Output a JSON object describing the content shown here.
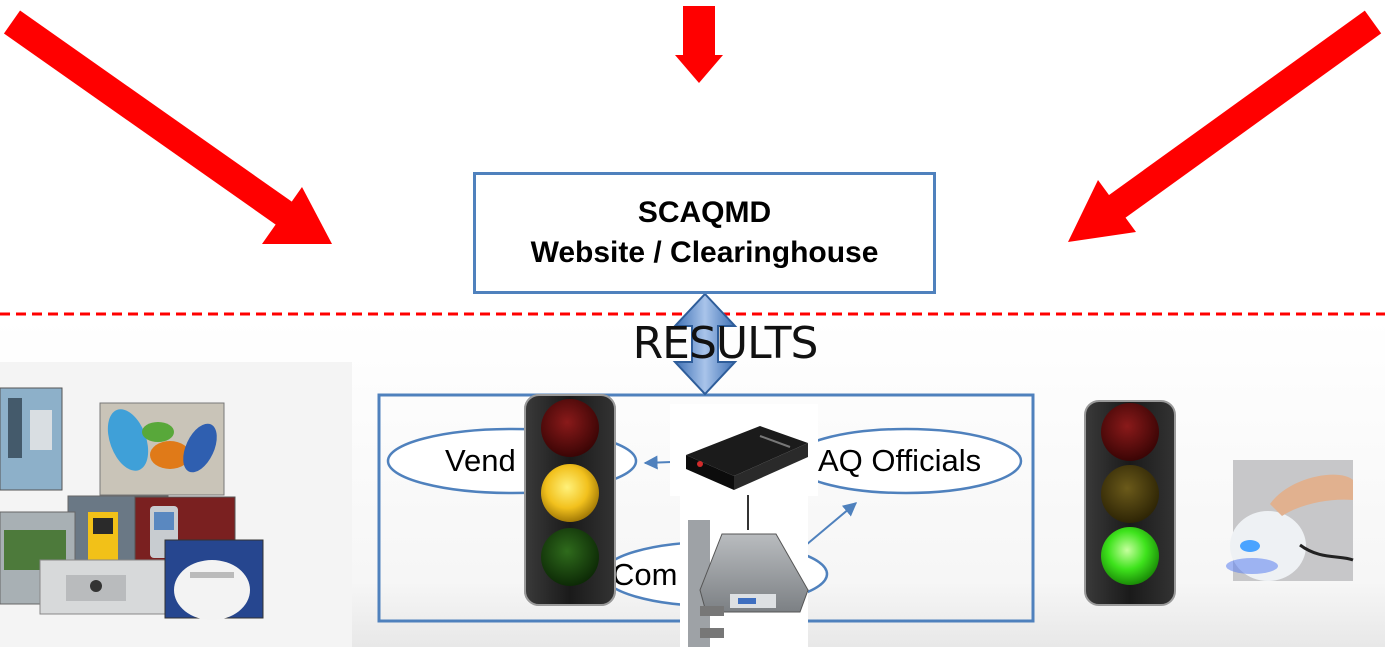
{
  "clearinghouse_box": {
    "line1": "SCAQMD",
    "line2": "Website / Clearinghouse"
  },
  "results_label": "RESULTS",
  "stakeholders": {
    "vendors": "Vend",
    "aq_officials": "AQ Officials",
    "community": "Com"
  },
  "traffic_lights": [
    {
      "name": "left-traffic-light",
      "active": "yellow"
    },
    {
      "name": "right-traffic-light",
      "active": "green"
    }
  ],
  "colors": {
    "arrow_red": "#ff0000",
    "box_blue": "#4f81bd",
    "dashed_line_red": "#ff0000",
    "light_red_off": "#5a0a0a",
    "light_yellow_on": "#f7c62a",
    "light_green_on": "#3ee31c",
    "light_off_dark": "#1e3a10"
  }
}
